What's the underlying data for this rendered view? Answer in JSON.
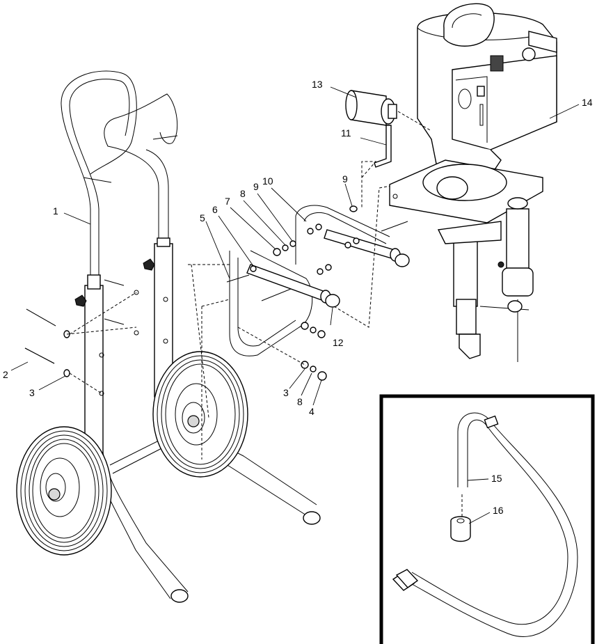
{
  "callouts": [
    {
      "id": "c1",
      "label": "1"
    },
    {
      "id": "c2",
      "label": "2"
    },
    {
      "id": "c3a",
      "label": "3"
    },
    {
      "id": "c3b",
      "label": "3"
    },
    {
      "id": "c4",
      "label": "4"
    },
    {
      "id": "c5",
      "label": "5"
    },
    {
      "id": "c6",
      "label": "6"
    },
    {
      "id": "c7",
      "label": "7"
    },
    {
      "id": "c8a",
      "label": "8"
    },
    {
      "id": "c8b",
      "label": "8"
    },
    {
      "id": "c9a",
      "label": "9"
    },
    {
      "id": "c9b",
      "label": "9"
    },
    {
      "id": "c10",
      "label": "10"
    },
    {
      "id": "c11",
      "label": "11"
    },
    {
      "id": "c12",
      "label": "12"
    },
    {
      "id": "c13",
      "label": "13"
    },
    {
      "id": "c14",
      "label": "14"
    },
    {
      "id": "c15",
      "label": "15"
    },
    {
      "id": "c16",
      "label": "16"
    }
  ]
}
